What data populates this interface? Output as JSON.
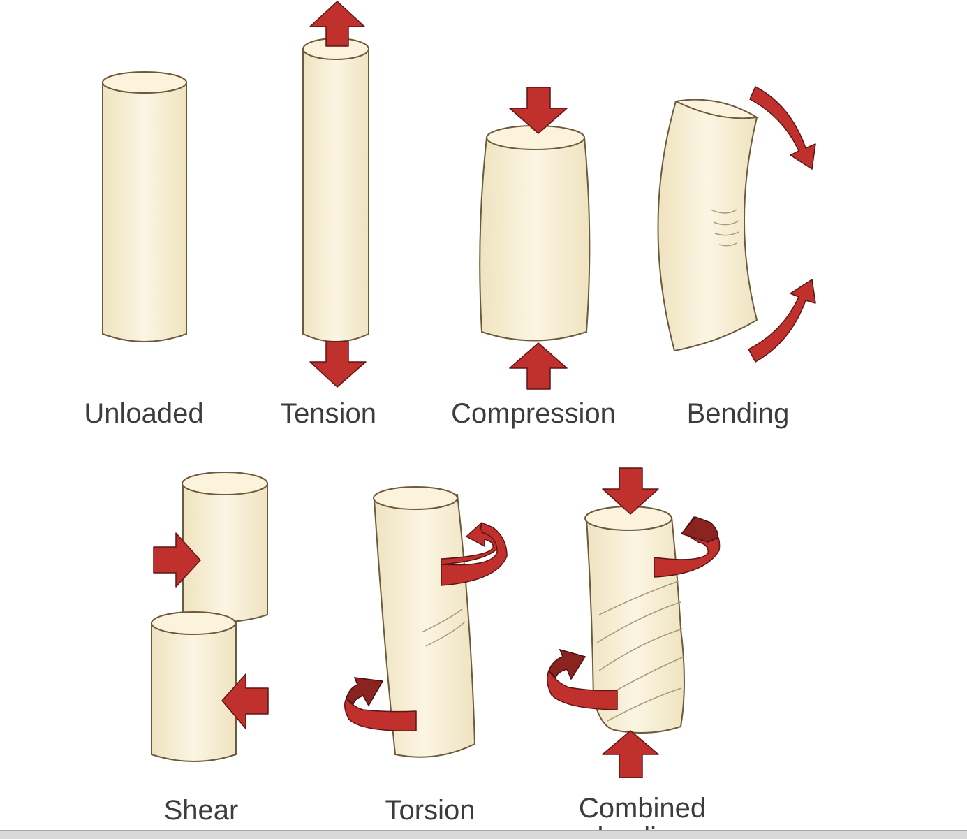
{
  "labels": {
    "unloaded": "Unloaded",
    "tension": "Tension",
    "compression": "Compression",
    "bending": "Bending",
    "shear": "Shear",
    "torsion": "Torsion",
    "combined": "Combined",
    "combined_line2": "loading"
  },
  "colors": {
    "bone_fill": "#f8f0d6",
    "bone_outline": "#6b5a3c",
    "arrow_red": "#c0302c",
    "label_text": "#3c3c3c"
  }
}
